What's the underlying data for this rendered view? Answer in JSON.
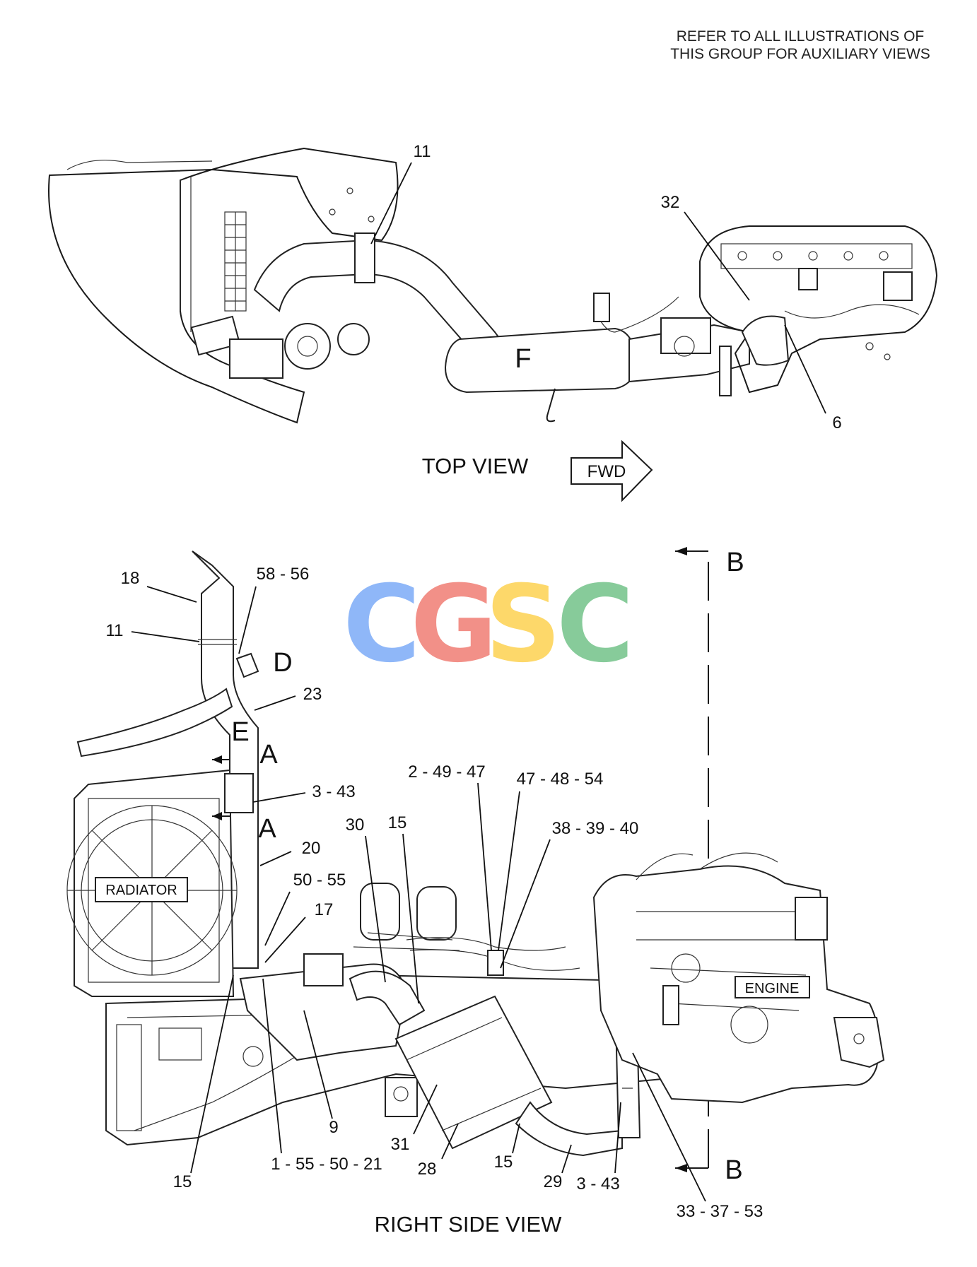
{
  "note": {
    "line1": "REFER TO ALL ILLUSTRATIONS OF",
    "line2": "THIS GROUP FOR AUXILIARY VIEWS"
  },
  "top_view": {
    "title": "TOP VIEW",
    "fwd_label": "FWD",
    "letter_f": "F",
    "callouts": {
      "c11": "11",
      "c32": "32",
      "c6": "6"
    }
  },
  "side_view": {
    "title": "RIGHT SIDE VIEW",
    "radiator_label": "RADIATOR",
    "engine_label": "ENGINE",
    "letters": {
      "d": "D",
      "e": "E",
      "a1": "A",
      "a2": "A",
      "b1": "B",
      "b2": "B"
    },
    "callouts": {
      "c18": "18",
      "c58_56": "58 - 56",
      "c11": "11",
      "c23": "23",
      "c3_43_top": "3 - 43",
      "c2_49_47": "2 - 49 - 47",
      "c47_48_54": "47 - 48 - 54",
      "c30": "30",
      "c15_top": "15",
      "c38_39_40": "38 - 39 - 40",
      "c20": "20",
      "c50_55": "50 - 55",
      "c17": "17",
      "c9": "9",
      "c31": "31",
      "c1_55_50_21": "1 - 55 - 50 - 21",
      "c15_left": "15",
      "c28": "28",
      "c15_bottom": "15",
      "c29": "29",
      "c3_43_bottom": "3 - 43",
      "c33_37_53": "33 - 37 - 53"
    }
  },
  "watermark": {
    "letters": [
      "C",
      "G",
      "S",
      "C"
    ],
    "colors": [
      "#8ab4f8",
      "#f28b82",
      "#fdd663",
      "#81c995"
    ]
  }
}
